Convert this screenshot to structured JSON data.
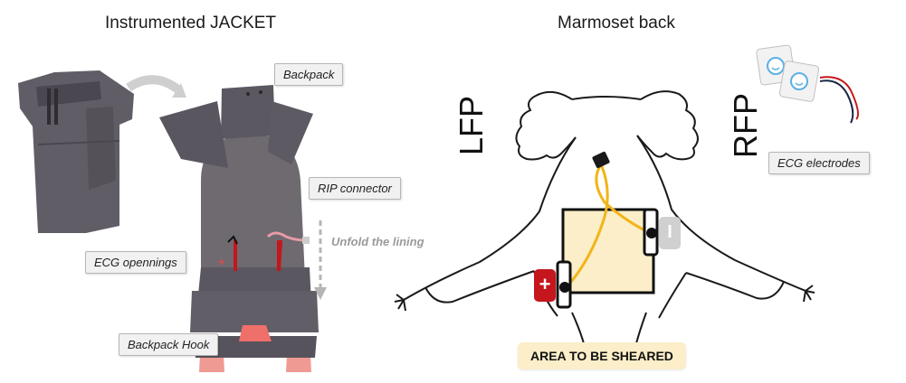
{
  "left_panel": {
    "title": "Instrumented JACKET",
    "callouts": {
      "backpack": "Backpack",
      "rip_connector": "RIP connector",
      "unfold": "Unfold the lining",
      "ecg_openings": "ECG opennings",
      "backpack_hook": "Backpack Hook"
    }
  },
  "right_panel": {
    "title": "Marmoset back",
    "lfp": "LFP",
    "rfp": "RFP",
    "ecg_electrodes": "ECG electrodes",
    "area": "AREA TO BE SHEARED",
    "plus_sign": "+",
    "minus_sign": "I"
  },
  "colors": {
    "jacket": "#6e6a70",
    "jacket_dark": "#4a4750",
    "shear_area": "#fbeec8",
    "wire": "#f2b417",
    "plus_marker": "#c4161c",
    "minus_marker": "#d0d0d0"
  }
}
